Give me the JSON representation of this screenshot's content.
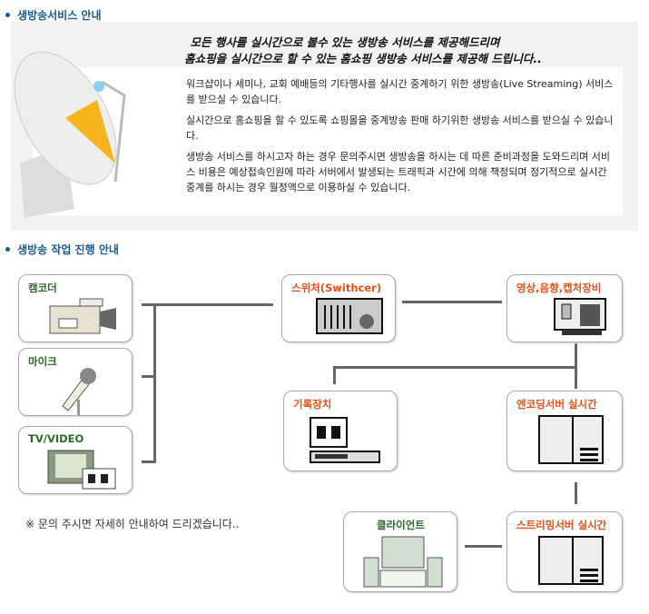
{
  "section1": {
    "title": "생방송서비스 안내",
    "headline": [
      "모든 행사를 실시간으로 볼수 있는 생방송 서비스를 제공해드리며",
      "홈쇼핑을 실시간으로 할 수 있는 홈쇼핑 생방송 서비스를 제공해 드립니다.."
    ],
    "paragraphs": [
      "워크샵이나 세미나, 교회 예배등의 기타행사를 실시간 중계하기 위한 생방송(Live Streaming) 서비스를 받으실 수 있습니다.",
      "실시간으로  홈쇼핑을 할 수 있도록 쇼핑몰을 중계방송 판매 하기위한 생방송 서비스를 받으실 수 있습니다.",
      "생방송 서비스를 하시고자 하는 경우 문의주시면 생방송을 하시는 데 따른 준비과정을 도와드리며 서비스 비용은 예상접속인원에 따라 서버에서 발생되는 트래픽과 시간에 의해 책정되며 정기적으로 실시간 중계를 하시는 경우 월정액으로 이용하실 수 있습니다."
    ]
  },
  "section2": {
    "title": "생방송 작업 진행 안내",
    "boxes": {
      "camcorder": "캠코더",
      "mic": "마이크",
      "tv": "TV/VIDEO",
      "switcher": "스위처(Swithcer)",
      "capture": "영상,음향,캡처장비",
      "recorder": "기록장치",
      "encoder": "엔코딩서버 실시간",
      "client": "클라이언트",
      "streaming": "스트리밍서버 실시간"
    },
    "note": "※ 문의 주시면 자세히 안내하여 드리겠습니다.."
  },
  "colors": {
    "section": "#1a5a8c",
    "green": "#2a6a2a",
    "orange": "#e8501a"
  }
}
